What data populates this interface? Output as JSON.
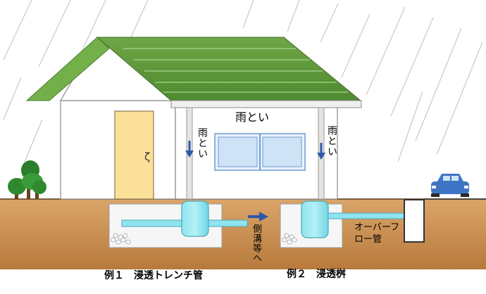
{
  "labels": {
    "gutter_top": "雨とい",
    "gutter_left": "雨とい",
    "gutter_right": "雨とい",
    "side_ditch": "側溝等へ",
    "overflow_pipe": "オーバーフロー管"
  },
  "captions": {
    "example1": "例１　浸透トレンチ管",
    "example2": "例２　浸透桝"
  },
  "colors": {
    "roof": "#5f963a",
    "soil": "#c98b4d",
    "water": "#7fe0ea",
    "gutter_arrow": "#2f58a8",
    "car": "#3f74c4"
  }
}
